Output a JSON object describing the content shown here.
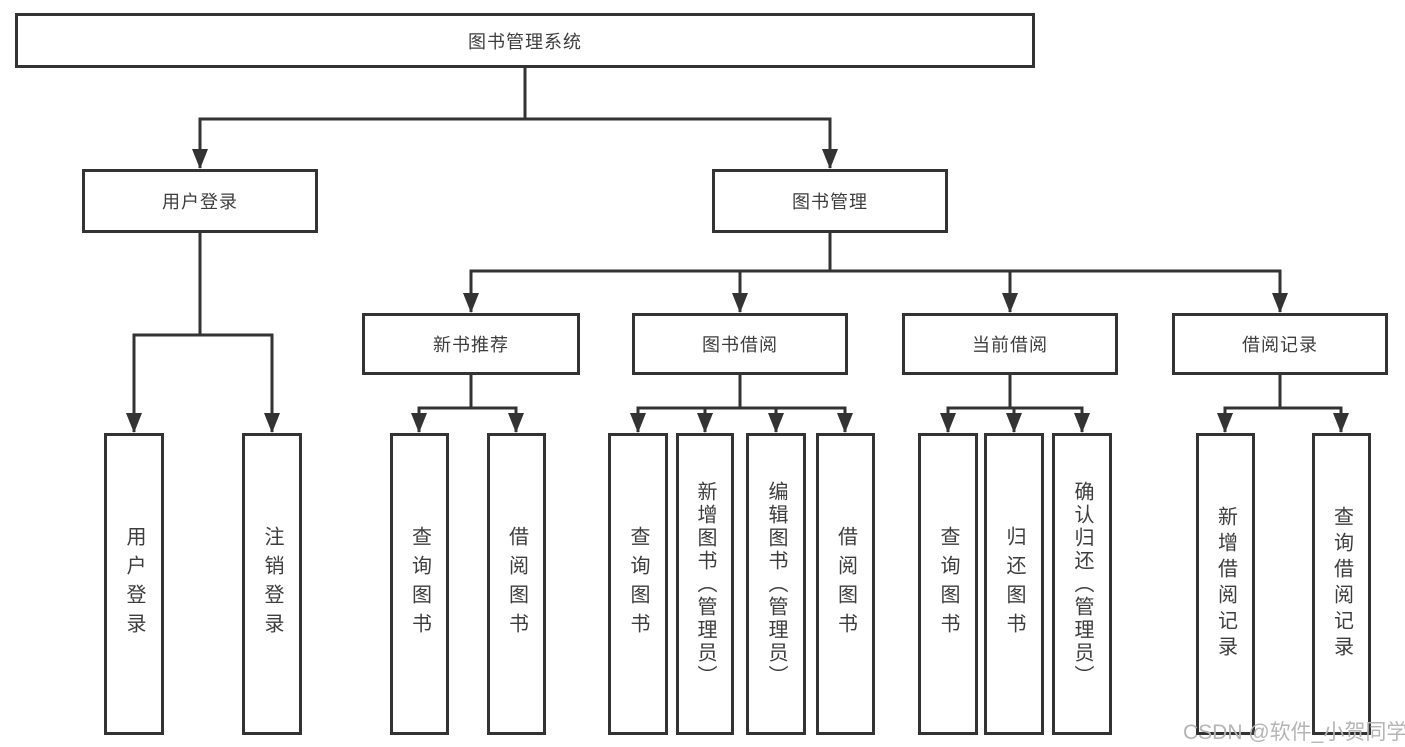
{
  "diagram_type": "tree",
  "tree": {
    "label": "图书管理系统",
    "children": [
      {
        "label": "用户登录",
        "children": [
          {
            "label": "用户登录"
          },
          {
            "label": "注销登录"
          }
        ]
      },
      {
        "label": "图书管理",
        "children": [
          {
            "label": "新书推荐",
            "children": [
              {
                "label": "查询图书"
              },
              {
                "label": "借阅图书"
              }
            ]
          },
          {
            "label": "图书借阅",
            "children": [
              {
                "label": "查询图书"
              },
              {
                "label": "新增图书（管理员）"
              },
              {
                "label": "编辑图书（管理员）"
              },
              {
                "label": "借阅图书"
              }
            ]
          },
          {
            "label": "当前借阅",
            "children": [
              {
                "label": "查询图书"
              },
              {
                "label": "归还图书"
              },
              {
                "label": "确认归还（管理员）"
              }
            ]
          },
          {
            "label": "借阅记录",
            "children": [
              {
                "label": "新增借阅记录"
              },
              {
                "label": "查询借阅记录"
              }
            ]
          }
        ]
      }
    ]
  },
  "watermark": "CSDN @软件_小贺同学",
  "colors": {
    "line": "#333333",
    "box_border": "#333333",
    "text": "#3d3d3d",
    "watermark": "#b5b5b5",
    "background": "#ffffff"
  }
}
